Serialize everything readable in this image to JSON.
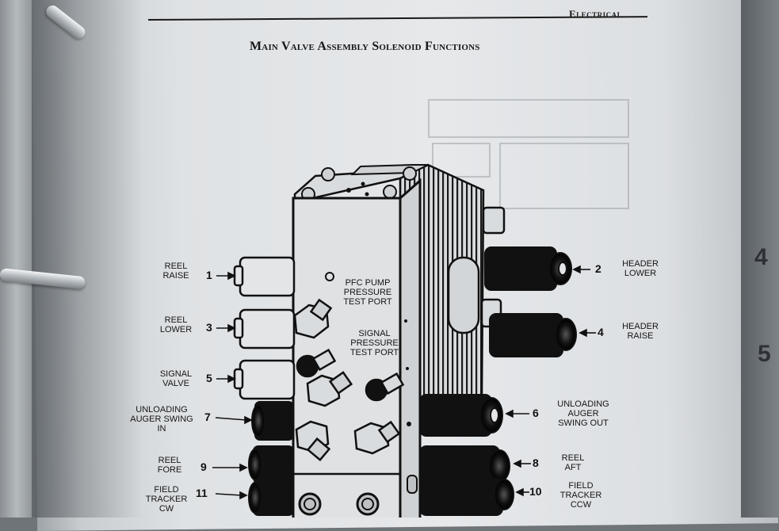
{
  "header": {
    "section": "Electrical",
    "title": "Main Valve Assembly Solenoid Functions"
  },
  "test_ports": {
    "pfc": [
      "PFC PUMP",
      "PRESSURE",
      "TEST PORT"
    ],
    "signal": [
      "SIGNAL",
      "PRESSURE",
      "TEST PORT"
    ]
  },
  "callouts_left": [
    {
      "num": "1",
      "lines": [
        "REEL",
        "RAISE"
      ]
    },
    {
      "num": "3",
      "lines": [
        "REEL",
        "LOWER"
      ]
    },
    {
      "num": "5",
      "lines": [
        "SIGNAL",
        "VALVE"
      ]
    },
    {
      "num": "7",
      "lines": [
        "UNLOADING",
        "AUGER SWING",
        "IN"
      ]
    },
    {
      "num": "9",
      "lines": [
        "REEL",
        "FORE"
      ]
    },
    {
      "num": "11",
      "lines": [
        "FIELD",
        "TRACKER",
        "CW"
      ]
    }
  ],
  "callouts_right": [
    {
      "num": "2",
      "lines": [
        "HEADER",
        "LOWER"
      ]
    },
    {
      "num": "4",
      "lines": [
        "HEADER",
        "RAISE"
      ]
    },
    {
      "num": "6",
      "lines": [
        "UNLOADING",
        "AUGER",
        "SWING OUT"
      ]
    },
    {
      "num": "8",
      "lines": [
        "REEL",
        "AFT"
      ]
    },
    {
      "num": "10",
      "lines": [
        "FIELD",
        "TRACKER",
        "CCW"
      ]
    }
  ],
  "back_page_numbers": [
    "4",
    "5"
  ],
  "colors": {
    "ink": "#151515",
    "paper": "#e4e6e8"
  }
}
